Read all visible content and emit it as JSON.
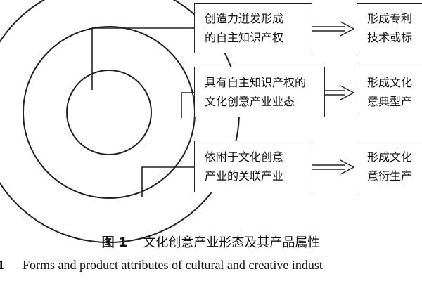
{
  "diagram": {
    "left_boxes": [
      {
        "lines": [
          "创造力迸发形成",
          "的自主知识产权"
        ]
      },
      {
        "lines": [
          "具有自主知识产权的",
          "文化创意产业业态"
        ]
      },
      {
        "lines": [
          "依附于文化创意",
          "产业的关联产业"
        ]
      }
    ],
    "right_boxes": [
      {
        "lines": [
          "形成专利",
          "技术或标"
        ]
      },
      {
        "lines": [
          "形成文化",
          "意典型产"
        ]
      },
      {
        "lines": [
          "形成文化",
          "意衍生产"
        ]
      }
    ]
  },
  "caption": {
    "figure_label": "图 1",
    "figure_title": "文化创意产业形态及其产品属性",
    "english_number": "1",
    "english_title": "Forms and product attributes of cultural and creative indust"
  }
}
